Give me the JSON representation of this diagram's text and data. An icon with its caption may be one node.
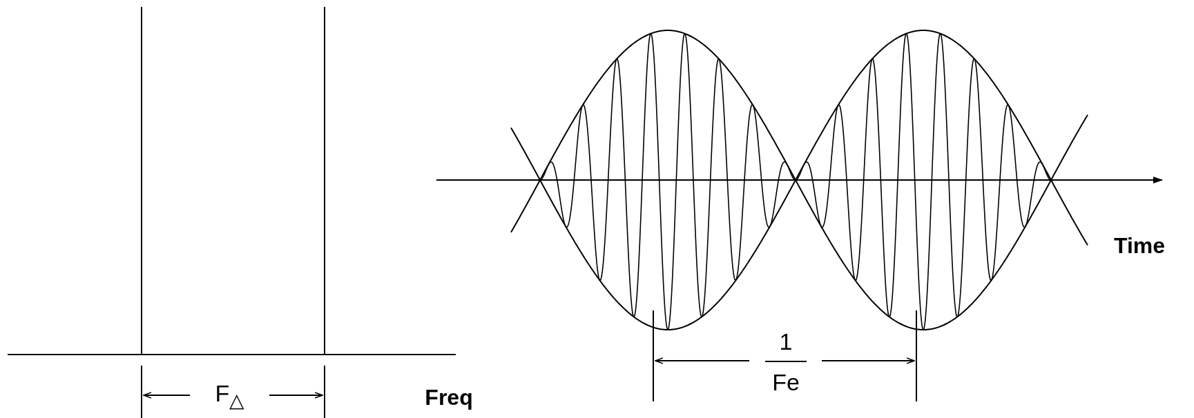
{
  "diagram": {
    "labels": [
      "F$_{△}$",
      "Freq",
      "1",
      "Fe",
      "Time"
    ]
  }
}
